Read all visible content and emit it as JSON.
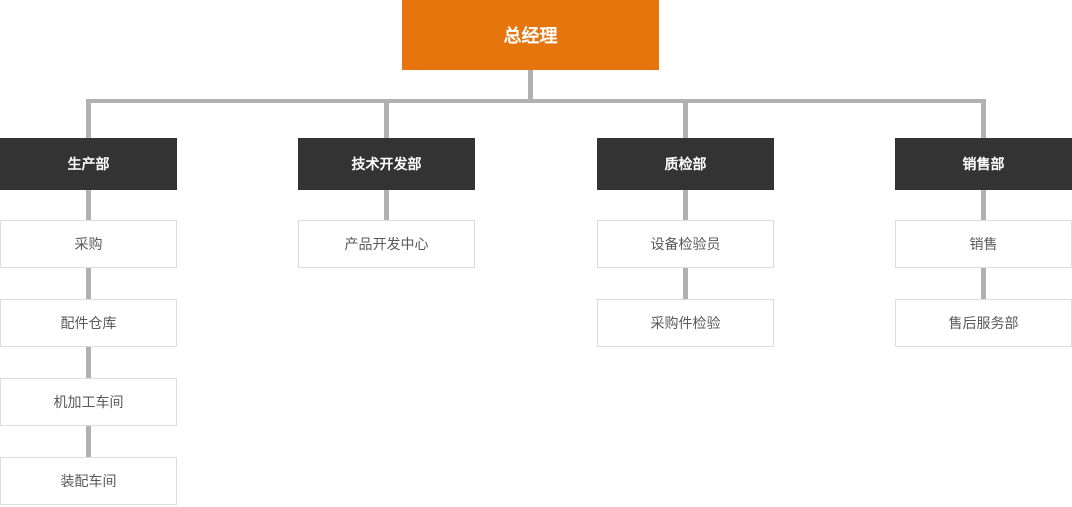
{
  "chart": {
    "type": "org-chart",
    "root": {
      "label": "总经理"
    },
    "columns": [
      {
        "dept": "生产部",
        "children": [
          "采购",
          "配件仓库",
          "机加工车间",
          "装配车间"
        ]
      },
      {
        "dept": "技术开发部",
        "children": [
          "产品开发中心"
        ]
      },
      {
        "dept": "质检部",
        "children": [
          "设备检验员",
          "采购件检验"
        ]
      },
      {
        "dept": "销售部",
        "children": [
          "销售",
          "售后服务部"
        ]
      }
    ],
    "colors": {
      "root_bg": "#e6750e",
      "dept_bg": "#333333",
      "node_text_on_dark": "#ffffff",
      "leaf_bg": "#ffffff",
      "leaf_border": "#dddddd",
      "leaf_text": "#595959",
      "connector": "#b1b1b1",
      "background": "#ffffff"
    }
  }
}
